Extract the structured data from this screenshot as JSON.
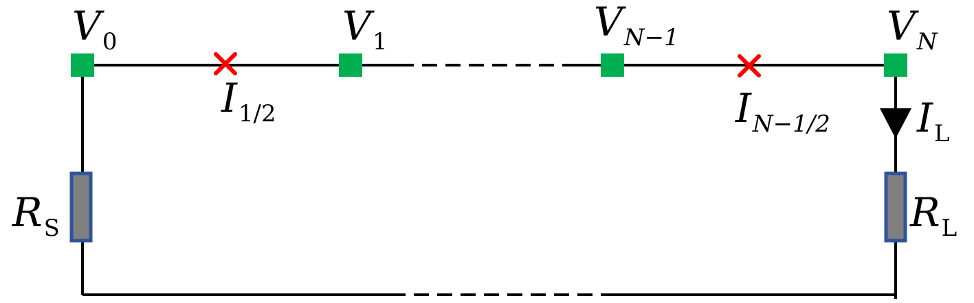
{
  "diagram": {
    "nodes": [
      {
        "id": "V0",
        "base": "V",
        "sub": "0"
      },
      {
        "id": "V1",
        "base": "V",
        "sub": "1"
      },
      {
        "id": "VN-1",
        "base": "V",
        "sub": "N−1"
      },
      {
        "id": "VN",
        "base": "V",
        "sub": "N"
      }
    ],
    "currents": [
      {
        "id": "I1/2",
        "base": "I",
        "sub": "1/2"
      },
      {
        "id": "IN-1/2",
        "base": "I",
        "sub": "N−1/2"
      },
      {
        "id": "IL",
        "base": "I",
        "sub": "L"
      }
    ],
    "resistors": [
      {
        "id": "RS",
        "base": "R",
        "sub": "S"
      },
      {
        "id": "RL",
        "base": "R",
        "sub": "L"
      }
    ],
    "colors": {
      "wire": "#000000",
      "node": "#00b050",
      "current_marker": "#ff0000",
      "resistor_fill": "#808080",
      "resistor_border": "#2f5597"
    }
  }
}
